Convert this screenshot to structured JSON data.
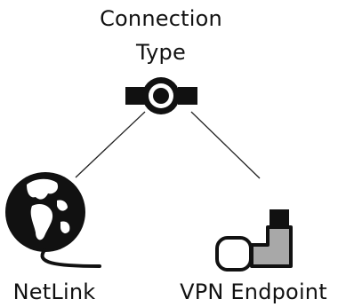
{
  "diagram": {
    "root": {
      "title_line_1": "Connection",
      "title_line_2": "Type",
      "icon": "pipe-connector-icon"
    },
    "children": [
      {
        "label": "NetLink",
        "icon": "globe-cable-icon"
      },
      {
        "label": "VPN Endpoint",
        "icon": "plug-adapter-icon"
      }
    ],
    "colors": {
      "ink": "#111111",
      "plug_fill": "#a8a8a8",
      "edge": "#222222"
    }
  }
}
